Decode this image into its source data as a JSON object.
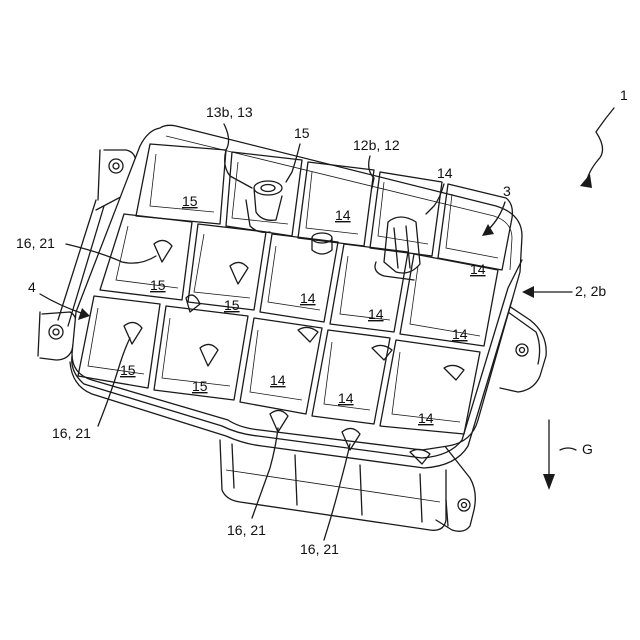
{
  "reference_labels": {
    "item_1": "1",
    "item_3": "3",
    "item_4": "4",
    "item_2_2b": "2, 2b",
    "item_13b_13": "13b, 13",
    "item_15_top": "15",
    "item_12b_12": "12b, 12",
    "item_14_top": "14",
    "item_16_21_a": "16, 21",
    "item_16_21_b": "16, 21",
    "item_16_21_c": "16, 21",
    "item_16_21_d": "16, 21",
    "direction_G": "G"
  },
  "cells": [
    {
      "row": 1,
      "col": 1,
      "label": "15"
    },
    {
      "row": 1,
      "col": 2,
      "label": ""
    },
    {
      "row": 1,
      "col": 3,
      "label": "14"
    },
    {
      "row": 1,
      "col": 4,
      "label": ""
    },
    {
      "row": 1,
      "col": 5,
      "label": "14"
    },
    {
      "row": 2,
      "col": 1,
      "label": "15"
    },
    {
      "row": 2,
      "col": 2,
      "label": "15"
    },
    {
      "row": 2,
      "col": 3,
      "label": "14"
    },
    {
      "row": 2,
      "col": 4,
      "label": "14"
    },
    {
      "row": 2,
      "col": 5,
      "label": "14"
    },
    {
      "row": 3,
      "col": 1,
      "label": "15"
    },
    {
      "row": 3,
      "col": 2,
      "label": "15"
    },
    {
      "row": 3,
      "col": 3,
      "label": "14"
    },
    {
      "row": 3,
      "col": 4,
      "label": "14"
    },
    {
      "row": 3,
      "col": 5,
      "label": "14"
    }
  ]
}
